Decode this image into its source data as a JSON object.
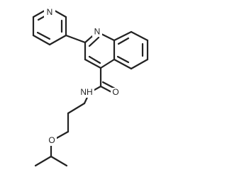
{
  "molecule": {
    "atom_labels": {
      "pyridine_n": "N",
      "quinoline_n": "N",
      "amide_n": "NH",
      "carbonyl_o": "O",
      "ether_o": "O"
    },
    "colors": {
      "bond": "#222222",
      "text": "#222222",
      "background": "#ffffff"
    }
  }
}
